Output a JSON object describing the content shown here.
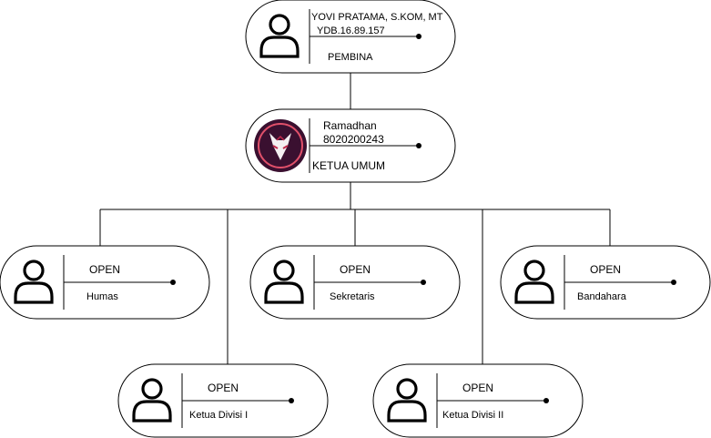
{
  "nodes": [
    {
      "id": "pembina",
      "name": "YOVI PRATAMA, S.KOM, MT",
      "code": "YDB.16.89.157",
      "role": "PEMBINA",
      "photo": "person-icon"
    },
    {
      "id": "ketua-umum",
      "name": "Ramadhan",
      "code": "8020200243",
      "role": "KETUA UMUM",
      "photo": "fox-mask-avatar",
      "photo_colors": {
        "bg": "#3a1030",
        "ring": "#e0506a",
        "mask": "#f4f0f2",
        "accent": "#c02a4c"
      }
    },
    {
      "id": "humas",
      "name": "OPEN",
      "role": "Humas",
      "photo": "person-icon"
    },
    {
      "id": "sekretaris",
      "name": "OPEN",
      "role": "Sekretaris",
      "photo": "person-icon"
    },
    {
      "id": "bandahara",
      "name": "OPEN",
      "role": "Bandahara",
      "photo": "person-icon"
    },
    {
      "id": "ketua-divisi-1",
      "name": "OPEN",
      "role": "Ketua Divisi I",
      "photo": "person-icon"
    },
    {
      "id": "ketua-divisi-2",
      "name": "OPEN",
      "role": "Ketua Divisi II",
      "photo": "person-icon"
    }
  ],
  "edges": [
    [
      "pembina",
      "ketua-umum"
    ],
    [
      "ketua-umum",
      "humas"
    ],
    [
      "ketua-umum",
      "sekretaris"
    ],
    [
      "ketua-umum",
      "bandahara"
    ],
    [
      "ketua-umum",
      "ketua-divisi-1"
    ],
    [
      "ketua-umum",
      "ketua-divisi-2"
    ]
  ]
}
